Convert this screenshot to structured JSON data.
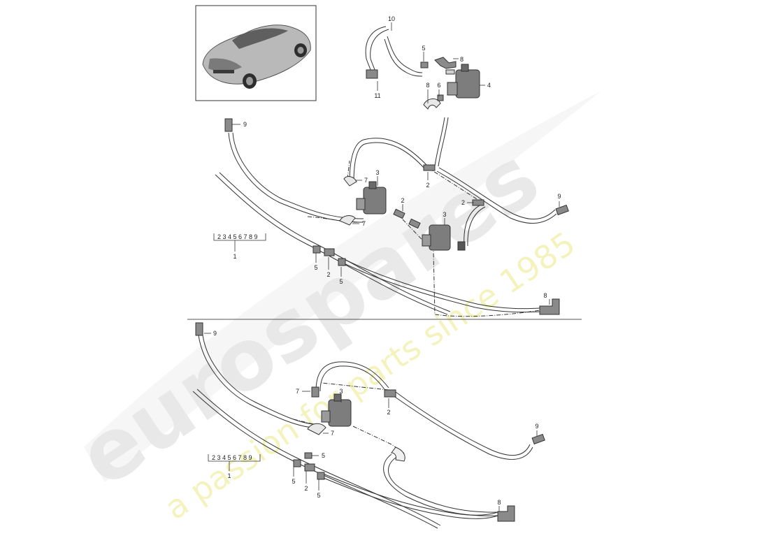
{
  "watermark": {
    "logo_text": "eurospares",
    "tagline": "a passion for parts since 1985",
    "logo_color": "#e6e6e6",
    "tagline_color": "#f3f2b8"
  },
  "colors": {
    "line": "#333333",
    "hose_fill": "#f4f4f4",
    "part_fill": "#8a8a8a",
    "divider": "#555555"
  },
  "thumbnail": {
    "icon": "car-icon"
  },
  "upper": {
    "callouts": [
      {
        "id": "u10",
        "text": "10"
      },
      {
        "id": "u5a",
        "text": "5"
      },
      {
        "id": "u8a",
        "text": "8"
      },
      {
        "id": "u4",
        "text": "4"
      },
      {
        "id": "u11",
        "text": "11"
      },
      {
        "id": "u8b",
        "text": "8"
      },
      {
        "id": "u6",
        "text": "6"
      },
      {
        "id": "u9a",
        "text": "9"
      },
      {
        "id": "u7a",
        "text": "7"
      },
      {
        "id": "u3a",
        "text": "3"
      },
      {
        "id": "u2a",
        "text": "2"
      },
      {
        "id": "u2b",
        "text": "2"
      },
      {
        "id": "u9b",
        "text": "9"
      },
      {
        "id": "u2c",
        "text": "2"
      },
      {
        "id": "u3b",
        "text": "3"
      },
      {
        "id": "u7b",
        "text": "7"
      },
      {
        "id": "u5b",
        "text": "5"
      },
      {
        "id": "u2d",
        "text": "2"
      },
      {
        "id": "u5c",
        "text": "5"
      },
      {
        "id": "u8c",
        "text": "8"
      }
    ],
    "set": {
      "contents": "2 3 4 5 6 7 8 9",
      "number": "1"
    }
  },
  "lower": {
    "callouts": [
      {
        "id": "l9a",
        "text": "9"
      },
      {
        "id": "l7a",
        "text": "7"
      },
      {
        "id": "l3",
        "text": "3"
      },
      {
        "id": "l2a",
        "text": "2"
      },
      {
        "id": "l7b",
        "text": "7"
      },
      {
        "id": "l9b",
        "text": "9"
      },
      {
        "id": "l5a",
        "text": "5"
      },
      {
        "id": "l5b",
        "text": "5"
      },
      {
        "id": "l2b",
        "text": "2"
      },
      {
        "id": "l5c",
        "text": "5"
      },
      {
        "id": "l8",
        "text": "8"
      }
    ],
    "set": {
      "contents": "2 3 4 5 6 7 8 9",
      "number": "1"
    }
  }
}
